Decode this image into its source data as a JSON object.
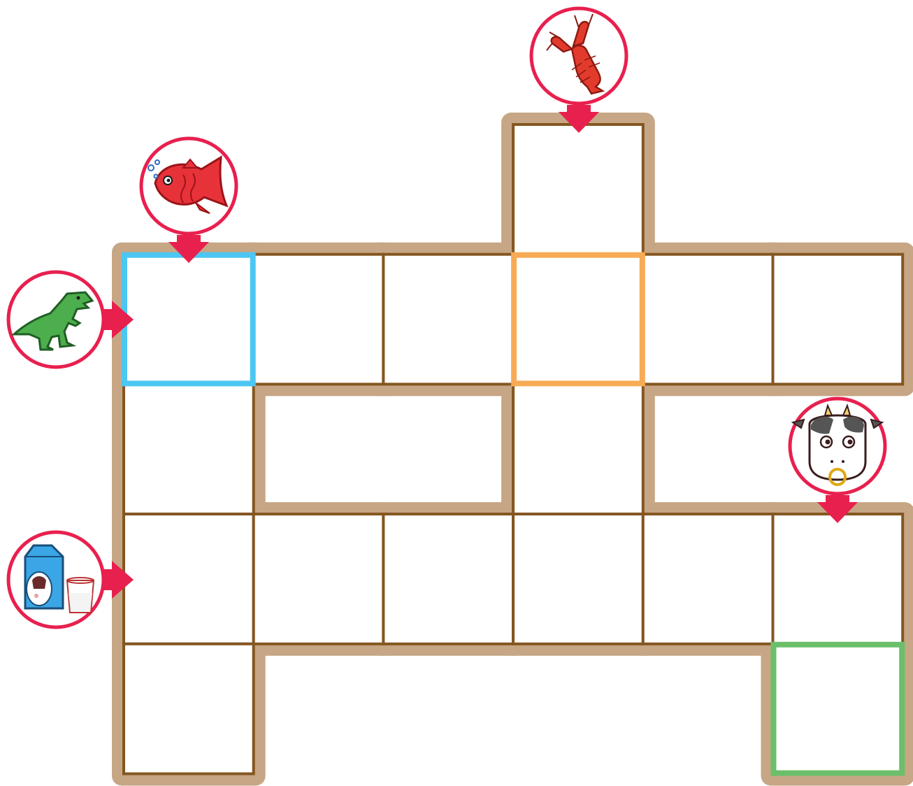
{
  "puzzle": {
    "type": "crossword",
    "cells": [
      {
        "row": 0,
        "col": 3
      },
      {
        "row": 1,
        "col": 0
      },
      {
        "row": 1,
        "col": 1
      },
      {
        "row": 1,
        "col": 2
      },
      {
        "row": 1,
        "col": 3
      },
      {
        "row": 1,
        "col": 4
      },
      {
        "row": 1,
        "col": 5
      },
      {
        "row": 2,
        "col": 0
      },
      {
        "row": 2,
        "col": 3
      },
      {
        "row": 3,
        "col": 0
      },
      {
        "row": 3,
        "col": 1
      },
      {
        "row": 3,
        "col": 2
      },
      {
        "row": 3,
        "col": 3
      },
      {
        "row": 3,
        "col": 4
      },
      {
        "row": 3,
        "col": 5
      },
      {
        "row": 4,
        "col": 0
      },
      {
        "row": 4,
        "col": 5
      }
    ],
    "highlighted_cells": [
      {
        "row": 1,
        "col": 0,
        "color": "#4cc6f2",
        "name": "cell-highlight-blue"
      },
      {
        "row": 1,
        "col": 3,
        "color": "#f7ab55",
        "name": "cell-highlight-orange"
      },
      {
        "row": 4,
        "col": 5,
        "color": "#6cbf6a",
        "name": "cell-highlight-green"
      }
    ],
    "clues": [
      {
        "icon": "fish-icon",
        "row": 1,
        "col": 0,
        "direction": "down"
      },
      {
        "icon": "dinosaur-icon",
        "row": 1,
        "col": 0,
        "direction": "across"
      },
      {
        "icon": "crayfish-icon",
        "row": 0,
        "col": 3,
        "direction": "down"
      },
      {
        "icon": "cow-icon",
        "row": 3,
        "col": 5,
        "direction": "down"
      },
      {
        "icon": "milk-icon",
        "row": 3,
        "col": 0,
        "direction": "across"
      }
    ]
  },
  "colors": {
    "frame": "#c6a684",
    "grid_line": "#845620",
    "accent": "#e8204e"
  }
}
